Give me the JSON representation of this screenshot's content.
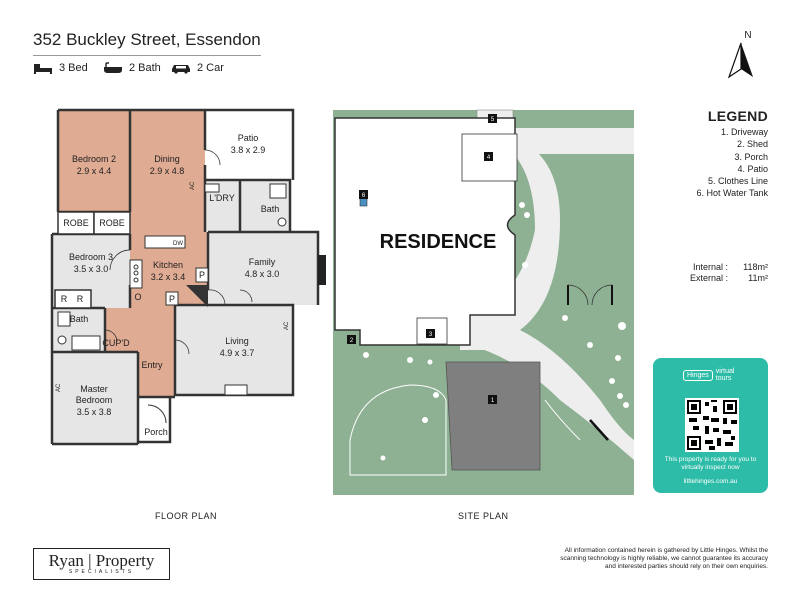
{
  "header": {
    "address": "352 Buckley Street, Essendon",
    "features": [
      {
        "icon": "bed-icon",
        "label": "3 Bed"
      },
      {
        "icon": "bath-icon",
        "label": "2 Bath"
      },
      {
        "icon": "car-icon",
        "label": "2 Car"
      }
    ]
  },
  "compass": {
    "label": "N"
  },
  "floor_plan": {
    "caption": "FLOOR PLAN",
    "rooms": [
      {
        "name": "Bedroom 2",
        "dims": "2.9 x 4.4"
      },
      {
        "name": "Dining",
        "dims": "2.9 x 4.8"
      },
      {
        "name": "Patio",
        "dims": "3.8 x 2.9"
      },
      {
        "name": "L'DRY",
        "dims": ""
      },
      {
        "name": "Bath",
        "dims": ""
      },
      {
        "name": "Bedroom 3",
        "dims": "3.5 x 3.0"
      },
      {
        "name": "Kitchen",
        "dims": "3.2 x 3.4"
      },
      {
        "name": "Family",
        "dims": "4.8 x 3.0"
      },
      {
        "name": "Living",
        "dims": "4.9 x 3.7"
      },
      {
        "name": "Master Bedroom",
        "dims": "3.5 x 3.8"
      }
    ],
    "labels": {
      "robe": "ROBE",
      "bath2": "Bath",
      "cupd": "CUP'D",
      "entry": "Entry",
      "porch": "Porch",
      "ac": "AC",
      "p": "P",
      "r": "R",
      "o": "O",
      "dw": "DW",
      "master_line1": "Master",
      "master_line2": "Bedroom"
    }
  },
  "site_plan": {
    "caption": "SITE PLAN",
    "residence_label": "RESIDENCE",
    "markers": [
      "1",
      "2",
      "3",
      "4",
      "5",
      "6"
    ]
  },
  "legend": {
    "title": "LEGEND",
    "items": [
      "1. Driveway",
      "2. Shed",
      "3. Porch",
      "4. Patio",
      "5. Clothes Line",
      "6. Hot Water Tank"
    ]
  },
  "areas": {
    "internal_label": "Internal :",
    "internal_value": "118m²",
    "external_label": "External :",
    "external_value": "11m²"
  },
  "virtual_tour": {
    "brand": "Hinges",
    "product_line1": "virtual",
    "product_line2": "tours",
    "message": "This property is ready for you to virtually inspect now",
    "url": "littlehinges.com.au"
  },
  "agency": {
    "name_left": "Ryan",
    "name_right": "Property",
    "tagline": "SPECIALISTS"
  },
  "disclaimer": "All information contained herein is gathered by Little Hinges. Whilst the scanning technology is highly reliable, we cannot guarantee its accuracy and interested parties should rely on their own enquiries.",
  "colors": {
    "timber": "#e0ab93",
    "tile": "#e6e6e6",
    "grass": "#8eb093",
    "driveway": "#eeeeee",
    "carpet": "#7f7f7f",
    "card": "#2dbca8"
  }
}
